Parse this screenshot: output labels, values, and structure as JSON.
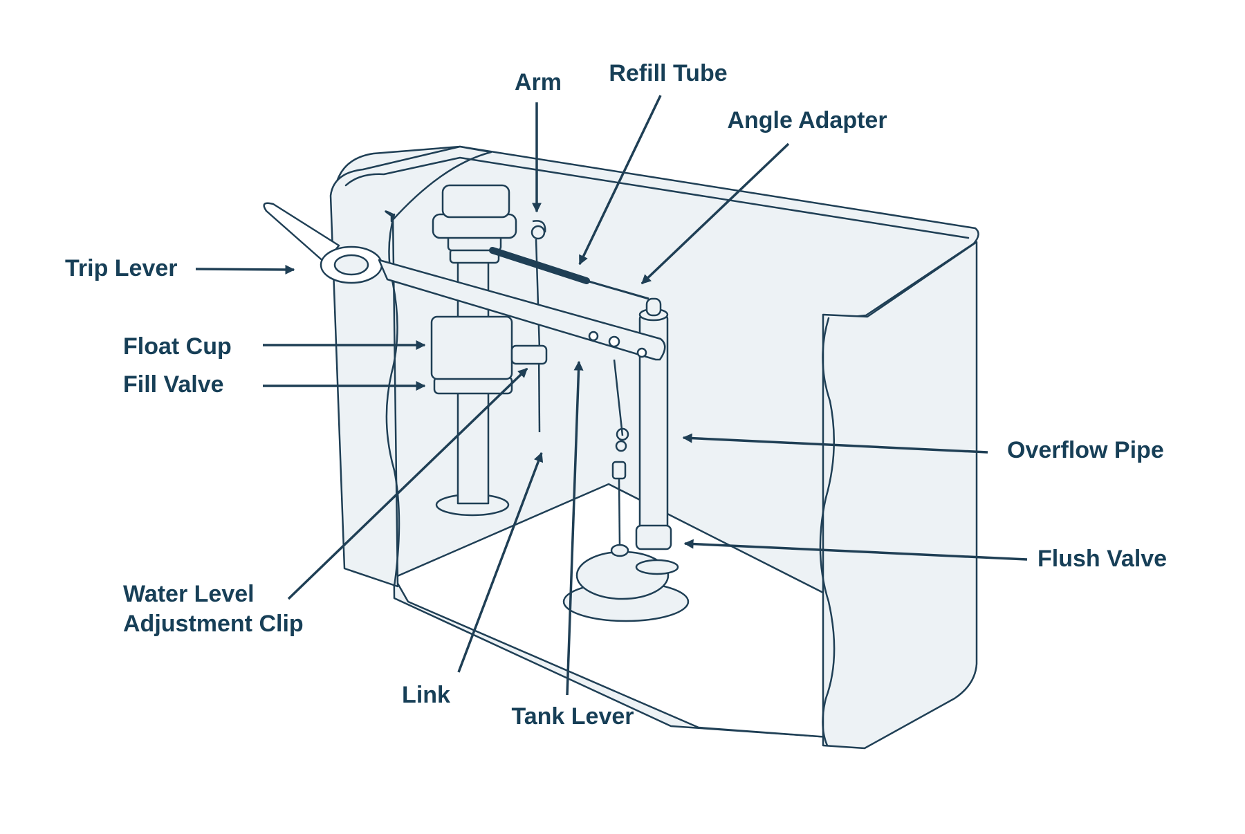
{
  "colors": {
    "label": "#173f57",
    "outline": "#1f3f55",
    "fill": "#edf2f5",
    "white": "#ffffff",
    "dark_tube": "#1f3f55"
  },
  "labels": {
    "arm": "Arm",
    "refill_tube": "Refill Tube",
    "angle_adapter": "Angle Adapter",
    "trip_lever": "Trip Lever",
    "float_cup": "Float Cup",
    "fill_valve": "Fill Valve",
    "overflow_pipe": "Overflow Pipe",
    "flush_valve": "Flush Valve",
    "water_level_clip_line1": "Water Level",
    "water_level_clip_line2": "Adjustment Clip",
    "link": "Link",
    "tank_lever": "Tank Lever"
  }
}
